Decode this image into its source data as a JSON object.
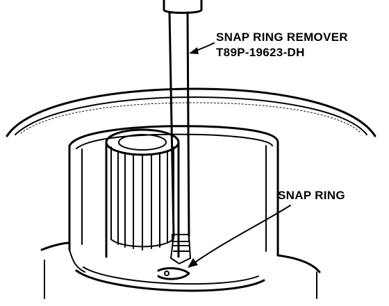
{
  "labels": {
    "remover_line1": "SNAP RING REMOVER",
    "remover_line2": "T89P-19623-DH",
    "snap_ring": "SNAP RING"
  },
  "colors": {
    "ink": "#000000",
    "background": "#ffffff"
  }
}
